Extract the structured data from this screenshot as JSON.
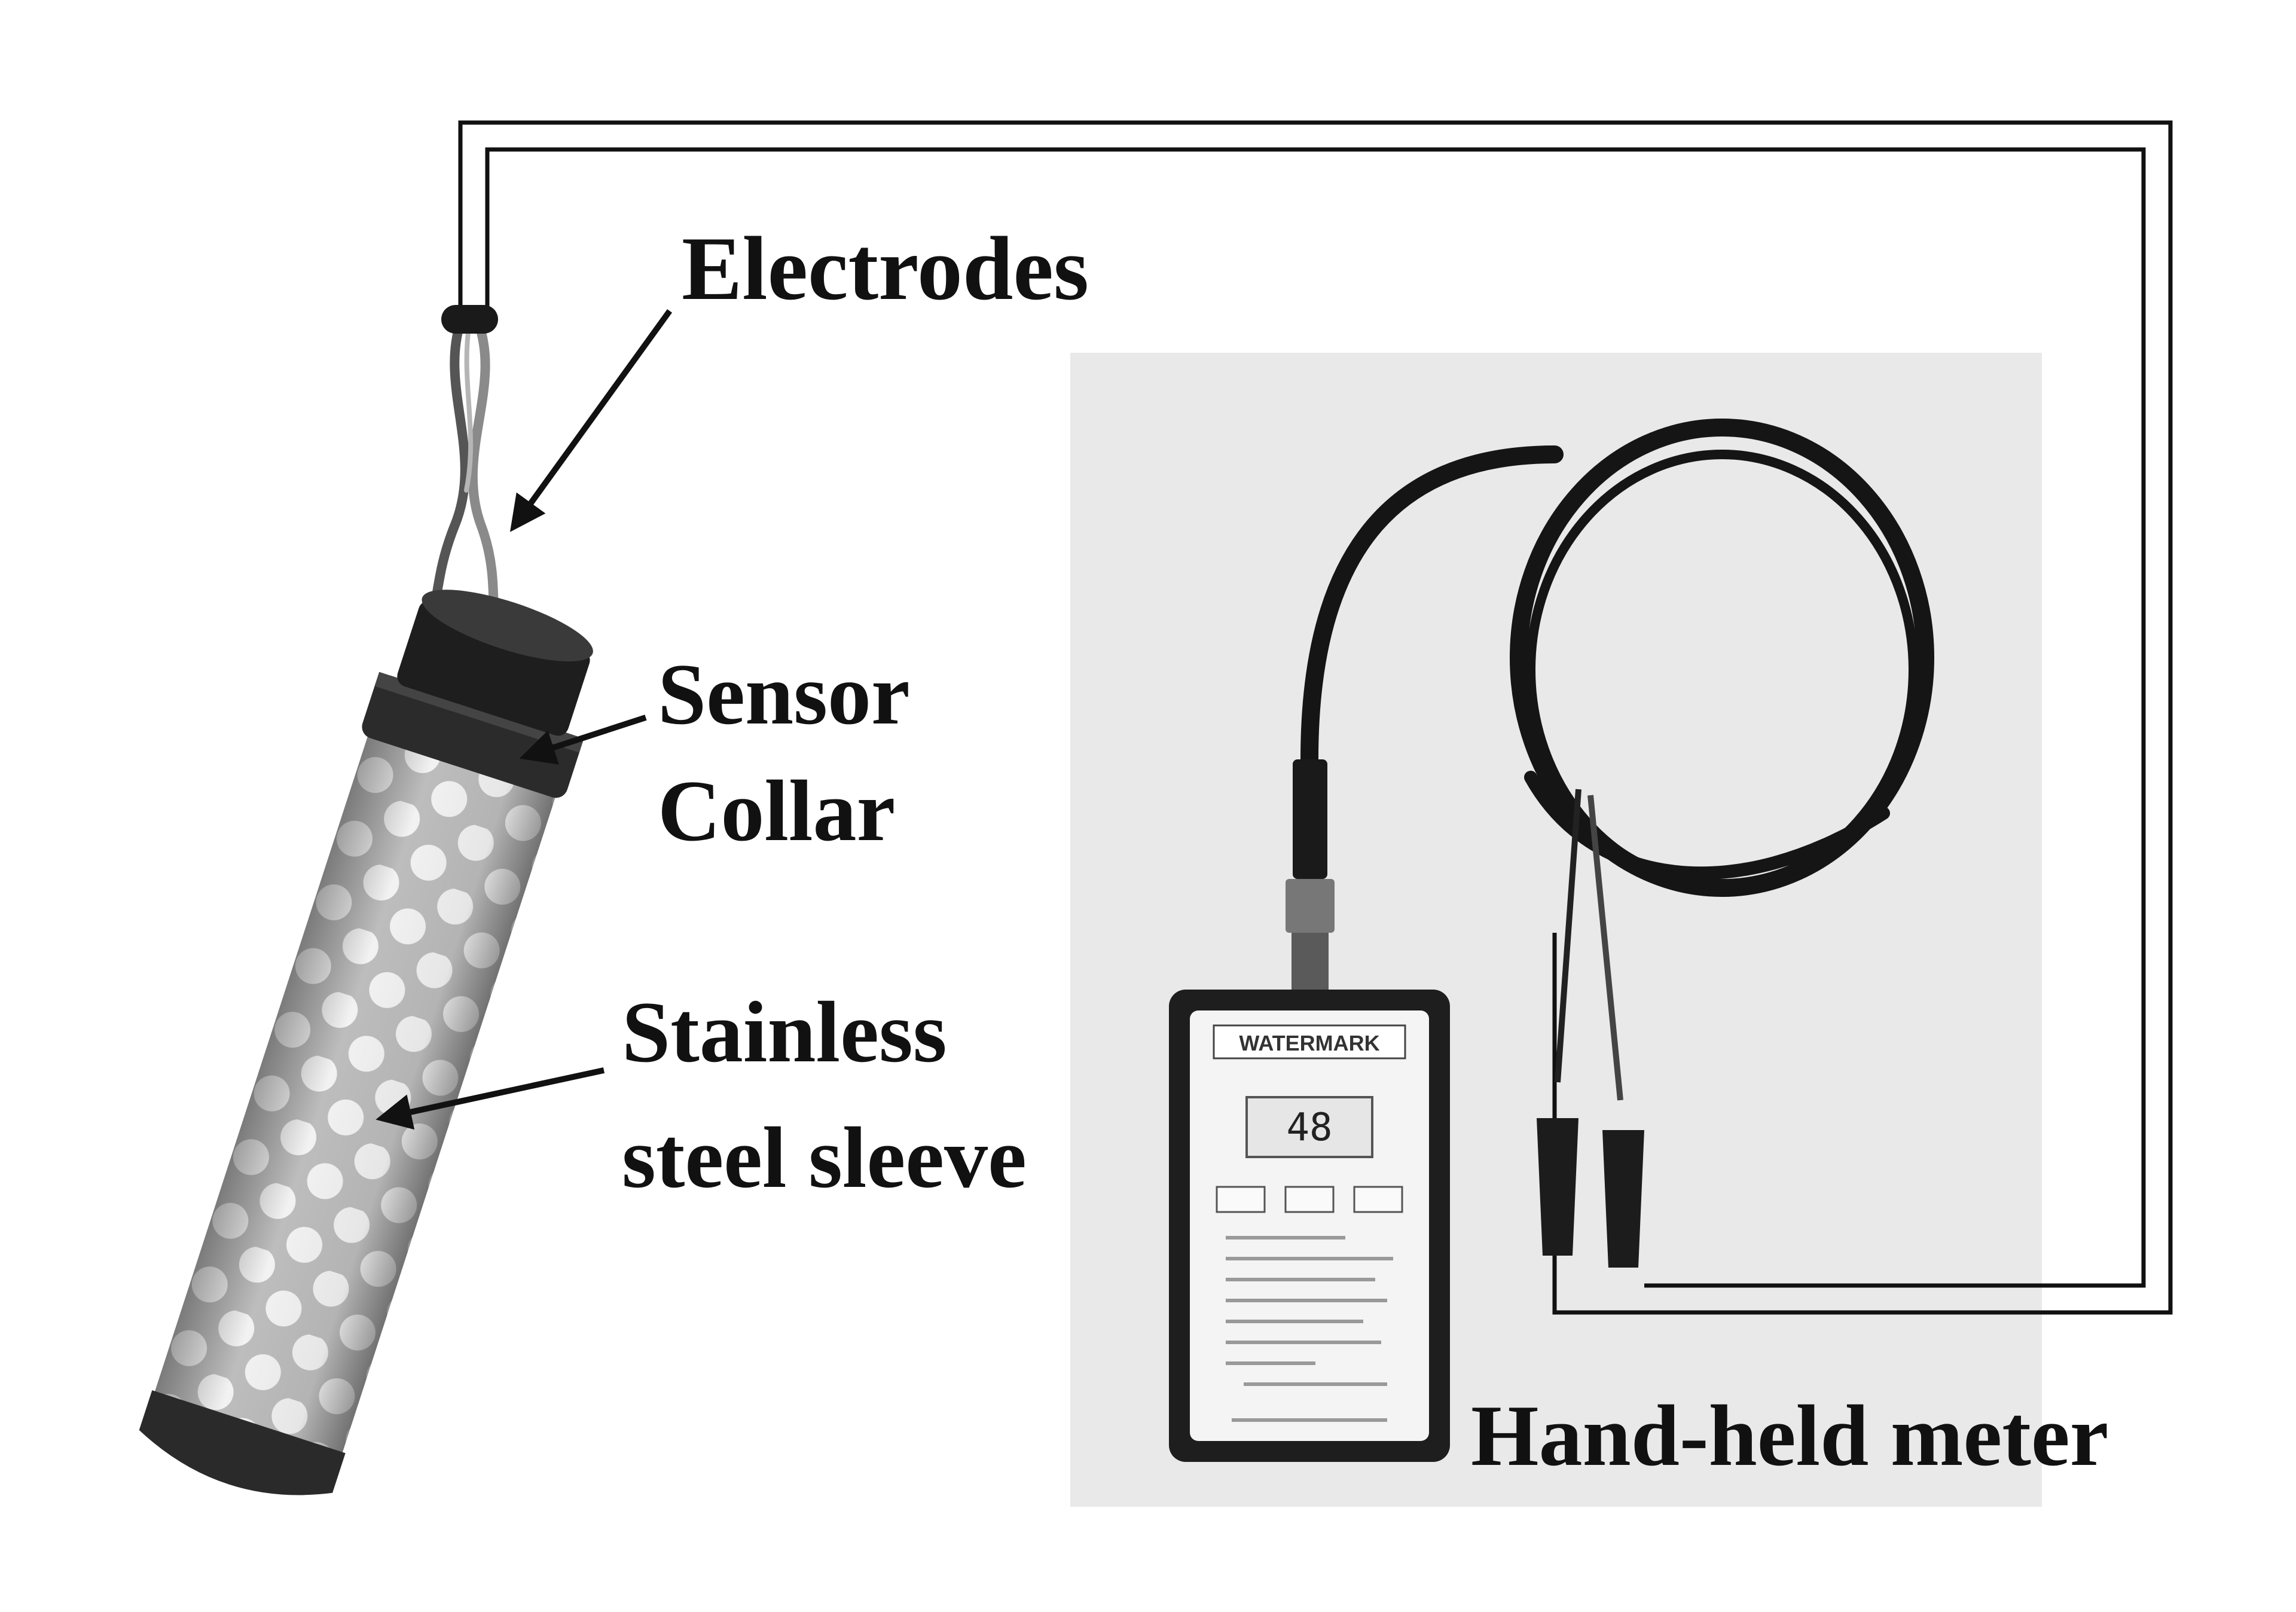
{
  "labels": {
    "electrodes": "Electrodes",
    "sensor_collar_line1": "Sensor",
    "sensor_collar_line2": "Collar",
    "sleeve_line1": "Stainless",
    "sleeve_line2": "steel sleeve",
    "meter": "Hand-held meter"
  },
  "meter": {
    "brand": "WATERMARK",
    "display_value": "48"
  }
}
